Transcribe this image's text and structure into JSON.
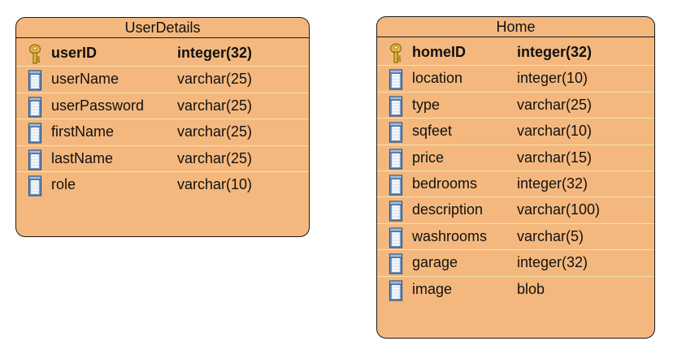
{
  "colors": {
    "entity_fill": "#f4b87e",
    "header_fill": "#f4b87e",
    "border": "#1a1a1a",
    "row_separator": "#f7e3a8",
    "key_icon": "#e8b93a",
    "column_icon": "#6f97c8"
  },
  "entities": [
    {
      "name": "UserDetails",
      "columns": [
        {
          "name": "userID",
          "type": "integer(32)",
          "primary_key": true,
          "icon": "key-icon"
        },
        {
          "name": "userName",
          "type": "varchar(25)",
          "primary_key": false,
          "icon": "column-icon"
        },
        {
          "name": "userPassword",
          "type": "varchar(25)",
          "primary_key": false,
          "icon": "column-icon"
        },
        {
          "name": "firstName",
          "type": "varchar(25)",
          "primary_key": false,
          "icon": "column-icon"
        },
        {
          "name": "lastName",
          "type": "varchar(25)",
          "primary_key": false,
          "icon": "column-icon"
        },
        {
          "name": "role",
          "type": "varchar(10)",
          "primary_key": false,
          "icon": "column-icon"
        }
      ]
    },
    {
      "name": "Home",
      "columns": [
        {
          "name": "homeID",
          "type": "integer(32)",
          "primary_key": true,
          "icon": "key-icon"
        },
        {
          "name": "location",
          "type": "integer(10)",
          "primary_key": false,
          "icon": "column-icon"
        },
        {
          "name": "type",
          "type": "varchar(25)",
          "primary_key": false,
          "icon": "column-icon"
        },
        {
          "name": "sqfeet",
          "type": "varchar(10)",
          "primary_key": false,
          "icon": "column-icon"
        },
        {
          "name": "price",
          "type": "varchar(15)",
          "primary_key": false,
          "icon": "column-icon"
        },
        {
          "name": "bedrooms",
          "type": "integer(32)",
          "primary_key": false,
          "icon": "column-icon"
        },
        {
          "name": "description",
          "type": "varchar(100)",
          "primary_key": false,
          "icon": "column-icon"
        },
        {
          "name": "washrooms",
          "type": "varchar(5)",
          "primary_key": false,
          "icon": "column-icon"
        },
        {
          "name": "garage",
          "type": "integer(32)",
          "primary_key": false,
          "icon": "column-icon"
        },
        {
          "name": "image",
          "type": "blob",
          "primary_key": false,
          "icon": "column-icon"
        }
      ]
    }
  ]
}
